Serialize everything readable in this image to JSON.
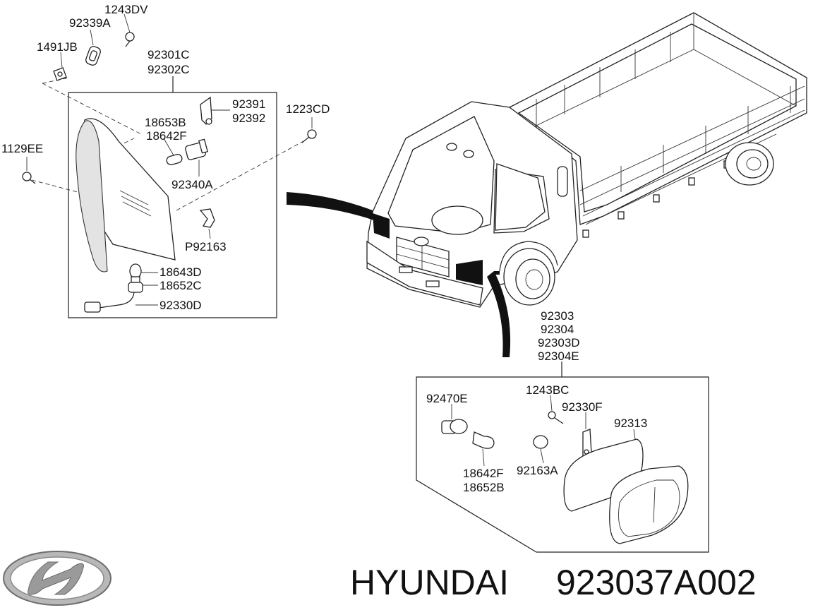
{
  "labels": {
    "l_1243DV": "1243DV",
    "l_92339A": "92339A",
    "l_1491JB": "1491JB",
    "l_92301C": "92301C",
    "l_92302C": "92302C",
    "l_92391": "92391",
    "l_92392": "92392",
    "l_1223CD": "1223CD",
    "l_18653B": "18653B",
    "l_18642F_a": "18642F",
    "l_1129EE": "1129EE",
    "l_92340A": "92340A",
    "l_P92163": "P92163",
    "l_18643D": "18643D",
    "l_18652C": "18652C",
    "l_92330D": "92330D",
    "l_92303": "92303",
    "l_92304": "92304",
    "l_92303D": "92303D",
    "l_92304E": "92304E",
    "l_92470E": "92470E",
    "l_1243BC": "1243BC",
    "l_92330F": "92330F",
    "l_92313": "92313",
    "l_18642F_b": "18642F",
    "l_92163A": "92163A",
    "l_18652B": "18652B"
  },
  "brand": {
    "name": "HYUNDAI",
    "part_number": "923037A002",
    "logo": "hyundai-logo-icon"
  },
  "colors": {
    "ink": "#111111",
    "logo_metal": "#9a9a9a"
  }
}
